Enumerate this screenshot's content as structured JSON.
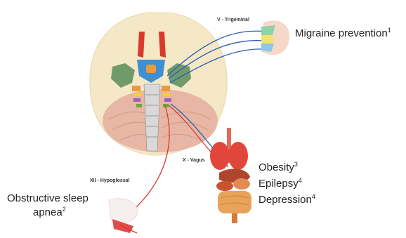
{
  "nerves": {
    "trigeminal": "V - Trigeminal",
    "vagus": "X - Vagus",
    "hypoglossal": "XII - Hypoglossal"
  },
  "conditions": {
    "migraine": {
      "text": "Migraine prevention",
      "ref": "1"
    },
    "obesity": {
      "text": "Obesity",
      "ref": "3"
    },
    "epilepsy": {
      "text": "Epilepsy",
      "ref": "4"
    },
    "depression": {
      "text": "Depression",
      "ref": "4"
    },
    "osa": {
      "line1": "Obstructive sleep",
      "line2": "apnea",
      "ref": "2"
    }
  },
  "colors": {
    "trigeminal": "#2e5db0",
    "vagus": "#d93a2b",
    "hypoglossal": "#d93a2b",
    "brain": "#f5e8c7",
    "cerebellum": "#e7b6a4",
    "temporal_lobe": "#6f9a6a",
    "brainstem_blue": "#3f8fd2"
  }
}
